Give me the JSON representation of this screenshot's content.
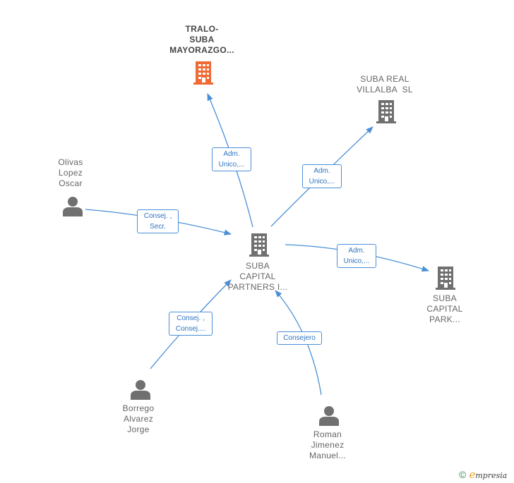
{
  "colors": {
    "edge": "#4a8fd8",
    "company_icon": "#707070",
    "focus_company_icon": "#f06a35",
    "person_icon": "#707070"
  },
  "nodes": [
    {
      "id": "tralo",
      "type": "company",
      "icon": "building-icon",
      "highlight": true,
      "lines": [
        "TRALO-",
        "SUBA",
        "MAYORAZGO..."
      ]
    },
    {
      "id": "suba_real",
      "type": "company",
      "icon": "building-icon",
      "lines": [
        "SUBA REAL",
        "VILLALBA  SL"
      ]
    },
    {
      "id": "suba_capital_partners",
      "type": "company",
      "icon": "building-icon",
      "lines": [
        "SUBA",
        "CAPITAL",
        "PARTNERS I..."
      ]
    },
    {
      "id": "suba_capital_park",
      "type": "company",
      "icon": "building-icon",
      "lines": [
        "SUBA",
        "CAPITAL",
        "PARK..."
      ]
    },
    {
      "id": "olivas",
      "type": "person",
      "icon": "person-icon",
      "lines": [
        "Olivas",
        "Lopez",
        "Oscar"
      ]
    },
    {
      "id": "borrego",
      "type": "person",
      "icon": "person-icon",
      "lines": [
        "Borrego",
        "Alvarez",
        "Jorge"
      ]
    },
    {
      "id": "roman",
      "type": "person",
      "icon": "person-icon",
      "lines": [
        "Roman",
        "Jimenez",
        "Manuel..."
      ]
    }
  ],
  "edges": [
    {
      "id": "e_tralo",
      "lines": [
        "Adm.",
        "Unico,..."
      ]
    },
    {
      "id": "e_suba_real",
      "lines": [
        "Adm.",
        "Unico,..."
      ]
    },
    {
      "id": "e_olivas",
      "lines": [
        "Consej. ,",
        "Secr."
      ]
    },
    {
      "id": "e_park",
      "lines": [
        "Adm.",
        "Unico,..."
      ]
    },
    {
      "id": "e_borrego",
      "lines": [
        "Consej. ,",
        "Consej...."
      ]
    },
    {
      "id": "e_roman",
      "lines": [
        "Consejero"
      ]
    }
  ],
  "watermark": {
    "copyright": "©",
    "brand_initial": "e",
    "brand_rest": "mpresia"
  }
}
